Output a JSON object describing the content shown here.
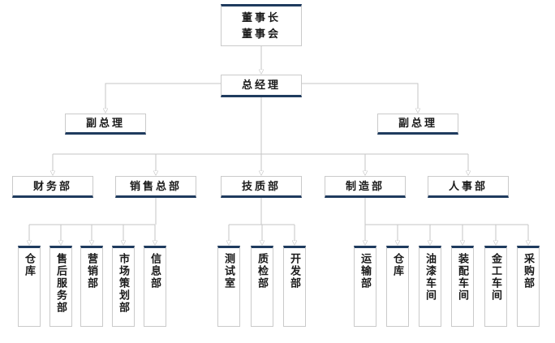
{
  "colors": {
    "accent": "#1f3b5e",
    "line": "#c5c5c5",
    "border": "#cacaca",
    "arrow": "#b0b0b0",
    "text": "#1a1a1a",
    "bg": "#ffffff"
  },
  "org_chart": {
    "type": "org-tree",
    "nodes": [
      {
        "id": "chairman-board",
        "label": "董事长\n董事会",
        "parent": null
      },
      {
        "id": "general-manager",
        "label": "总经理",
        "parent": "chairman-board"
      },
      {
        "id": "deputy-gm-left",
        "label": "副总理",
        "parent": "general-manager"
      },
      {
        "id": "deputy-gm-right",
        "label": "副总理",
        "parent": "general-manager"
      },
      {
        "id": "finance-dept",
        "label": "财务部",
        "parent": "general-manager"
      },
      {
        "id": "sales-headquarters",
        "label": "销售总部",
        "parent": "general-manager"
      },
      {
        "id": "tech-quality-dept",
        "label": "技质部",
        "parent": "general-manager"
      },
      {
        "id": "manufacturing-dept",
        "label": "制造部",
        "parent": "general-manager"
      },
      {
        "id": "hr-dept",
        "label": "人事部",
        "parent": "general-manager"
      },
      {
        "id": "warehouse-sales",
        "label": "仓库",
        "parent": "sales-headquarters"
      },
      {
        "id": "after-sales-service-dept",
        "label": "售后服务部",
        "parent": "sales-headquarters"
      },
      {
        "id": "marketing-dept",
        "label": "营销部",
        "parent": "sales-headquarters"
      },
      {
        "id": "market-planning-dept",
        "label": "市场策划部",
        "parent": "sales-headquarters"
      },
      {
        "id": "information-dept",
        "label": "信息部",
        "parent": "sales-headquarters"
      },
      {
        "id": "testing-room",
        "label": "测试室",
        "parent": "tech-quality-dept"
      },
      {
        "id": "quality-inspection-dept",
        "label": "质检部",
        "parent": "tech-quality-dept"
      },
      {
        "id": "development-dept",
        "label": "开发部",
        "parent": "tech-quality-dept"
      },
      {
        "id": "transport-dept",
        "label": "运输部",
        "parent": "manufacturing-dept"
      },
      {
        "id": "warehouse-manufacturing",
        "label": "仓库",
        "parent": "manufacturing-dept"
      },
      {
        "id": "paint-workshop",
        "label": "油漆车间",
        "parent": "manufacturing-dept"
      },
      {
        "id": "assembly-workshop",
        "label": "装配车间",
        "parent": "manufacturing-dept"
      },
      {
        "id": "metalwork-workshop",
        "label": "金工车间",
        "parent": "manufacturing-dept"
      },
      {
        "id": "purchasing-dept",
        "label": "采购部",
        "parent": "manufacturing-dept"
      }
    ]
  }
}
